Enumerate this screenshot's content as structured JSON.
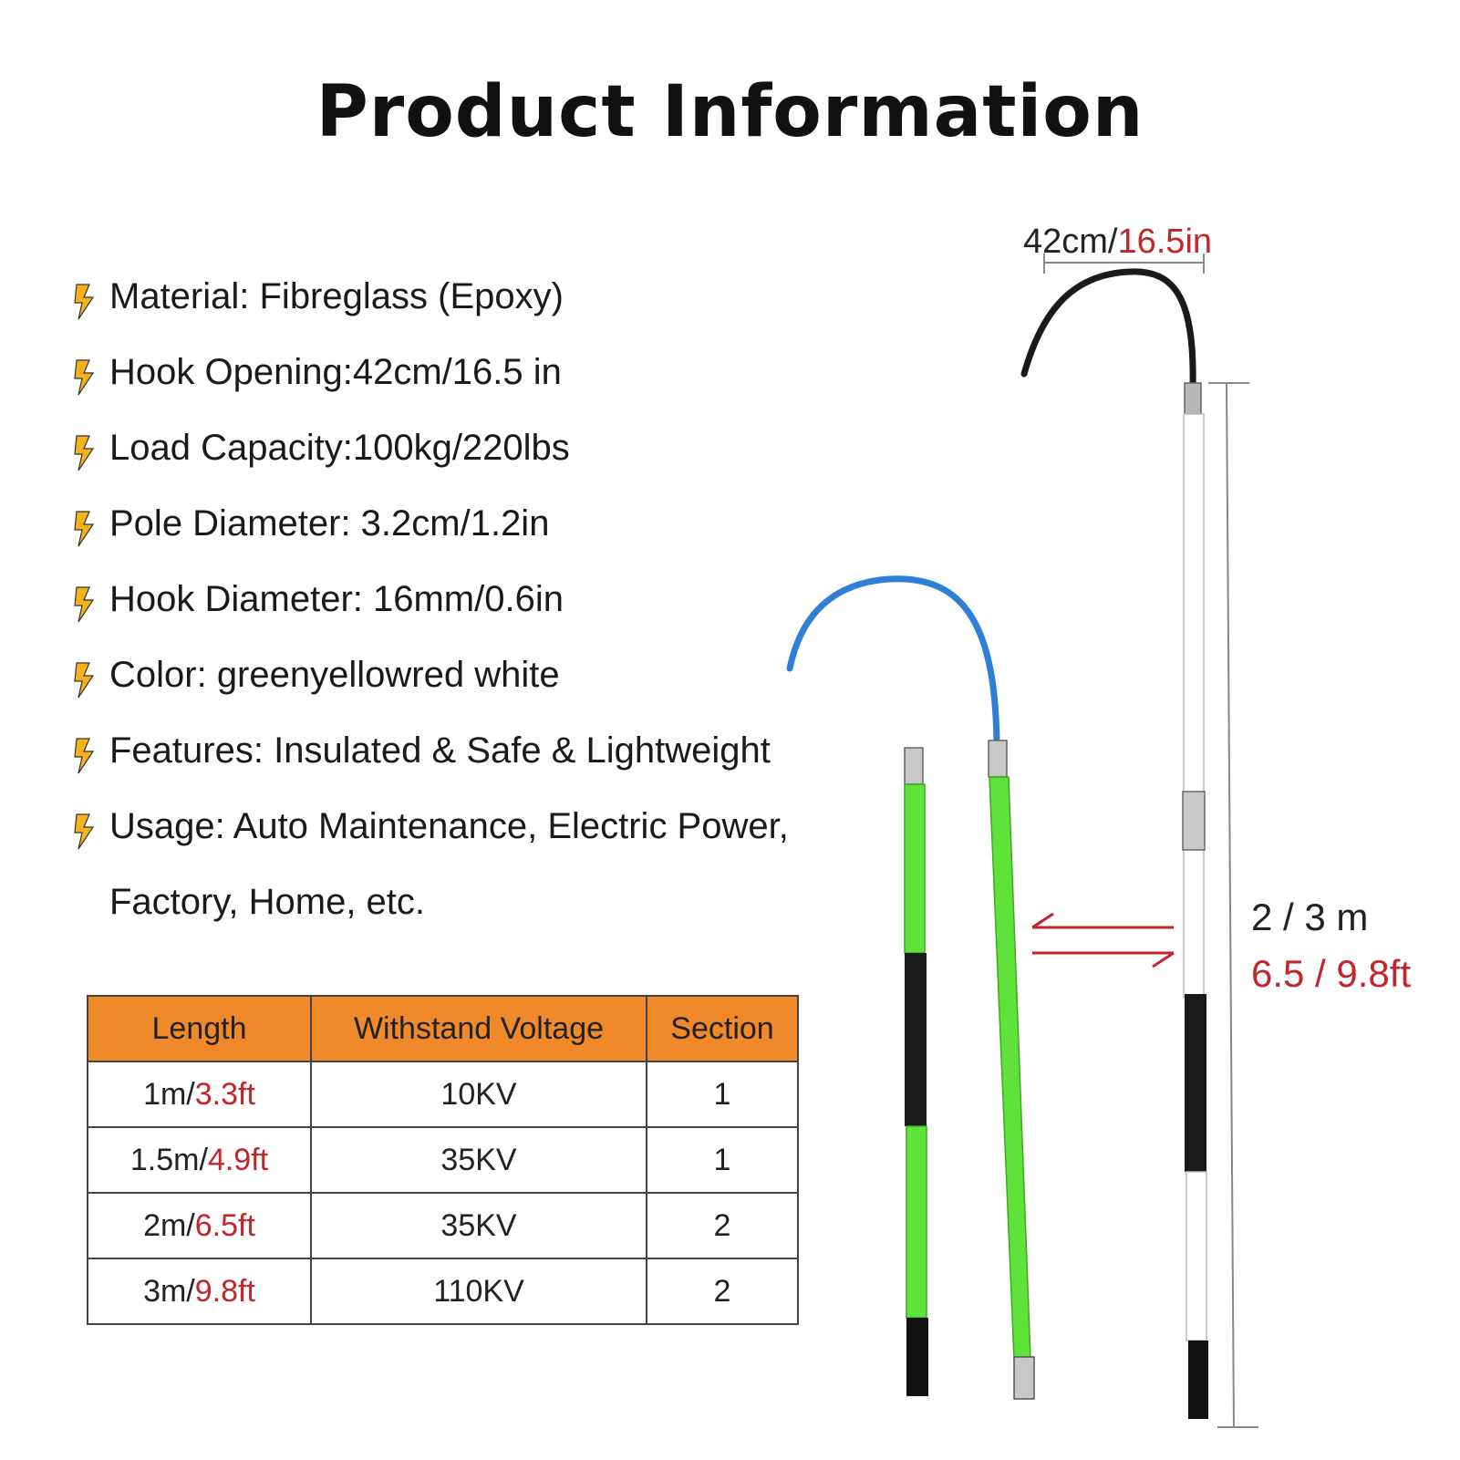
{
  "title": "Product Information",
  "specs": [
    "Material: Fibreglass (Epoxy)",
    "Hook Opening:42cm/16.5 in",
    "Load Capacity:100kg/220lbs",
    "Pole Diameter: 3.2cm/1.2in",
    "Hook Diameter: 16mm/0.6in",
    "Color: greenyellowred white",
    "Features: Insulated & Safe & Lightweight",
    "Usage: Auto Maintenance, Electric Power, Factory, Home, etc."
  ],
  "table": {
    "headers": [
      "Length",
      "Withstand Voltage",
      "Section"
    ],
    "rows": [
      {
        "len_m": "1m/",
        "len_ft": "3.3ft",
        "voltage": "10KV",
        "section": "1"
      },
      {
        "len_m": "1.5m/",
        "len_ft": "4.9ft",
        "voltage": "35KV",
        "section": "1"
      },
      {
        "len_m": "2m/",
        "len_ft": "6.5ft",
        "voltage": "35KV",
        "section": "2"
      },
      {
        "len_m": "3m/",
        "len_ft": "9.8ft",
        "voltage": "110KV",
        "section": "2"
      }
    ]
  },
  "dimensions": {
    "hook_metric": "42cm/",
    "hook_imperial": "16.5in",
    "length_metric": "2 / 3 m",
    "length_imperial": "6.5 / 9.8ft"
  },
  "icons": {
    "bullet": "lightning-bolt-icon",
    "swap": "swap-arrows-icon"
  },
  "colors": {
    "header_orange": "#f0892a",
    "accent_red": "#c0262b",
    "bolt_yellow": "#f5b21a",
    "pole_green": "#5fe23a",
    "hook_blue": "#2f7fd6",
    "grip_black": "#1a1a1a",
    "pole_white": "#ffffff"
  }
}
